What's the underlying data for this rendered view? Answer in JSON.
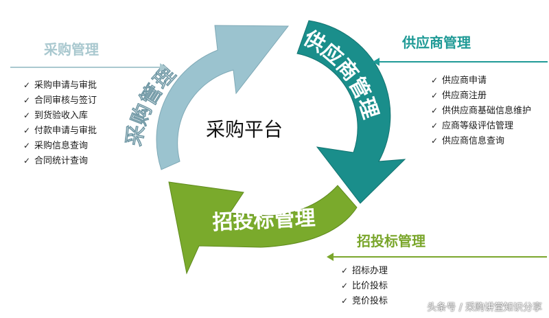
{
  "center_label": "采购平台",
  "cycle": {
    "procurement": {
      "label": "采购管理",
      "color": "#9bc3cf",
      "heading": "采购管理",
      "heading_color": "#a9c8cf",
      "items": [
        "采购申请与审批",
        "合同审核与签订",
        "到货验收入库",
        "付款申请与审批",
        "采购信息查询",
        "合同统计查询"
      ]
    },
    "supplier": {
      "label": "供应商管理",
      "color": "#1a8e8b",
      "heading": "供应商管理",
      "heading_color": "#1f9a96",
      "items": [
        "供应商申请",
        "供应商注册",
        "供供应商基础信息维护",
        "应商等级评估管理",
        "供应商信息查询"
      ]
    },
    "bidding": {
      "label": "招投标管理",
      "color": "#7aaa2c",
      "heading": "招投标管理",
      "heading_color": "#7aa62b",
      "items": [
        "招标办理",
        "比价投标",
        "竞价投标"
      ]
    }
  },
  "watermark": "头条号 / 采购讲堂知识分享"
}
